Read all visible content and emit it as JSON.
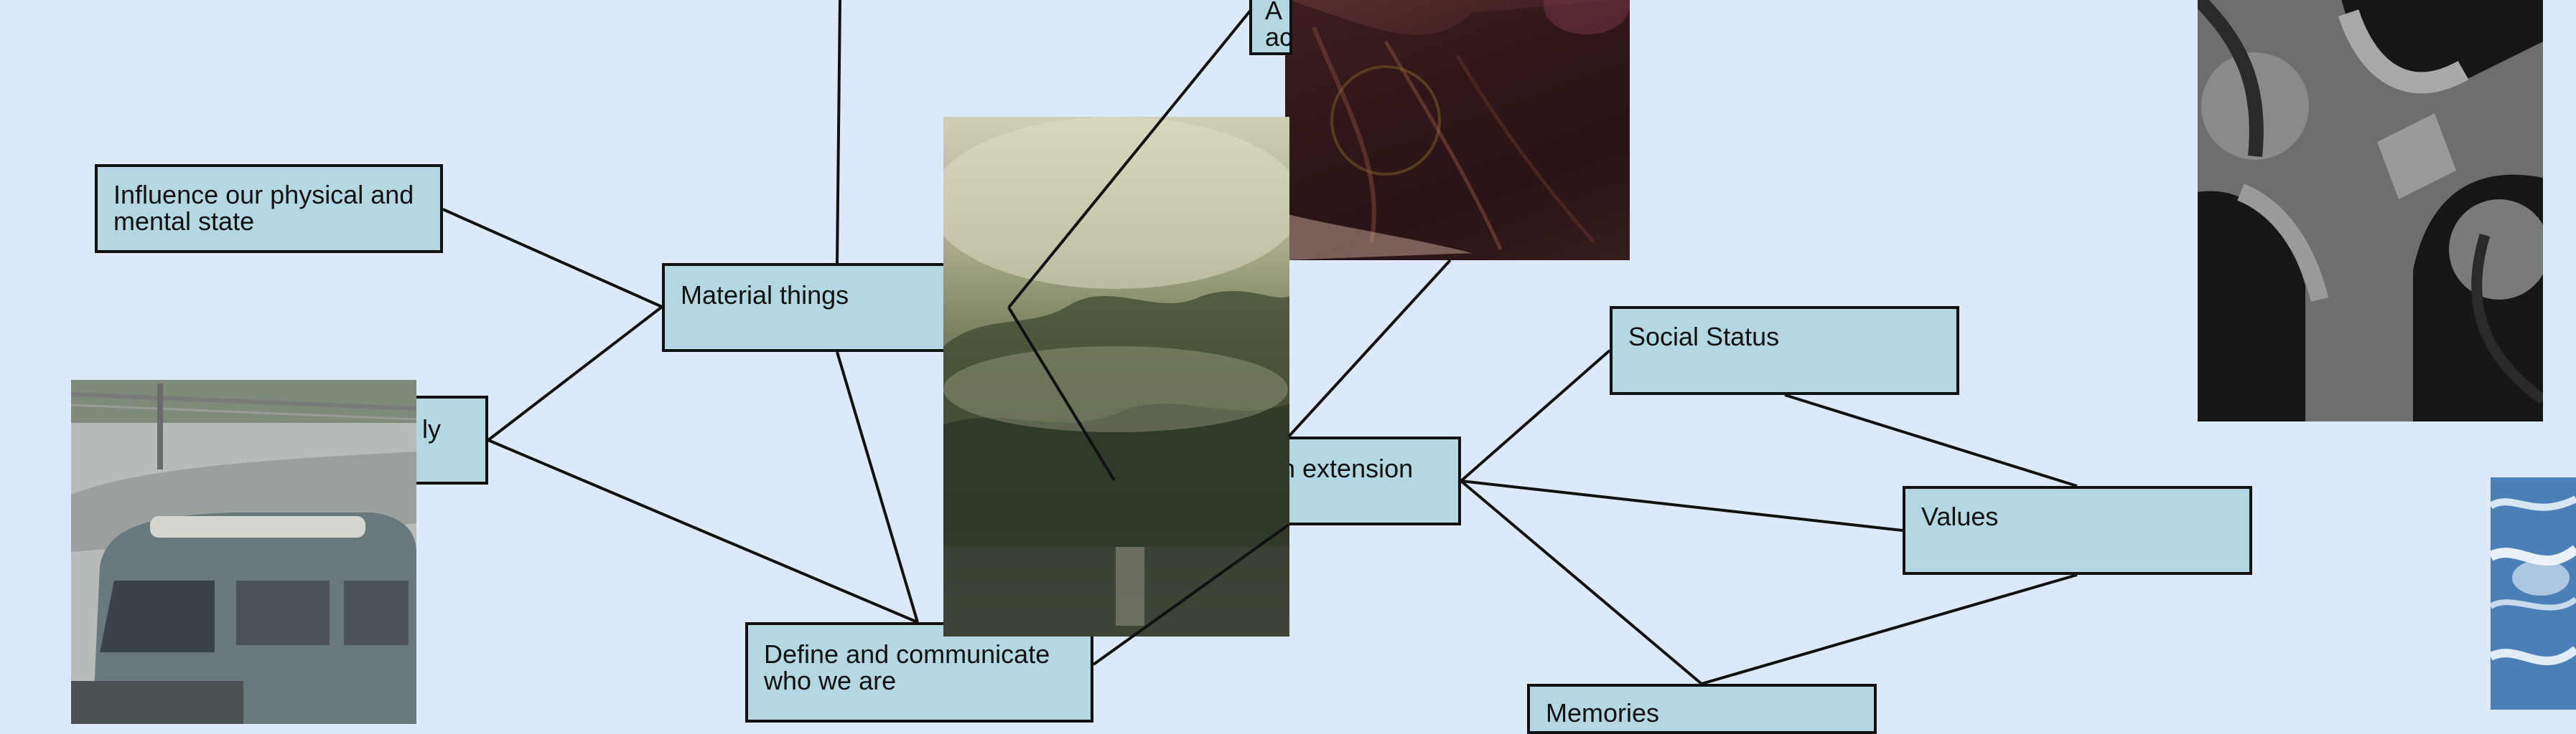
{
  "nodes": [
    {
      "id": "a-top",
      "text": "A\nac"
    },
    {
      "id": "influence",
      "text": "Influence our physical and\nmental state"
    },
    {
      "id": "material",
      "text": "Material things"
    },
    {
      "id": "body",
      "text": "ly"
    },
    {
      "id": "extension",
      "text": "n extension"
    },
    {
      "id": "define",
      "text": "Define and communicate\nwho we are"
    },
    {
      "id": "social",
      "text": "Social Status"
    },
    {
      "id": "values",
      "text": "Values"
    },
    {
      "id": "memories",
      "text": "Memories"
    }
  ],
  "photos": [
    {
      "id": "woman-photo",
      "alt": "woman with long hair photo"
    },
    {
      "id": "arch-photo",
      "alt": "stone arch viewed from below photo"
    },
    {
      "id": "forest-photo",
      "alt": "misty forest photo"
    },
    {
      "id": "van-photo",
      "alt": "vintage van photo"
    },
    {
      "id": "water-photo",
      "alt": "ocean water photo"
    }
  ],
  "colors": {
    "background": "#dce9fa",
    "node_fill": "#b4d7e4",
    "border": "#111111"
  }
}
